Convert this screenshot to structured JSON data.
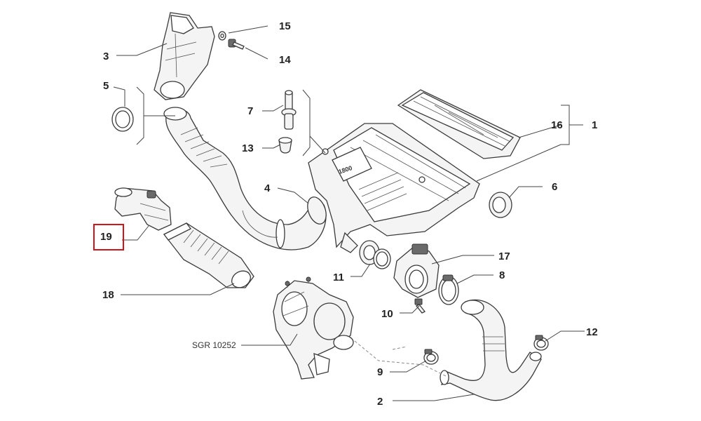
{
  "diagram": {
    "drawing_code": "SGR 10252",
    "highlight_color": "#d0141c",
    "callouts": {
      "c1": "1",
      "c2": "2",
      "c3": "3",
      "c4": "4",
      "c5": "5",
      "c6": "6",
      "c7": "7",
      "c8": "8",
      "c9": "9",
      "c10": "10",
      "c11": "11",
      "c12": "12",
      "c13": "13",
      "c14": "14",
      "c15": "15",
      "c16": "16",
      "c17": "17",
      "c18": "18",
      "c19": "19"
    },
    "cover_marking": "1800"
  }
}
